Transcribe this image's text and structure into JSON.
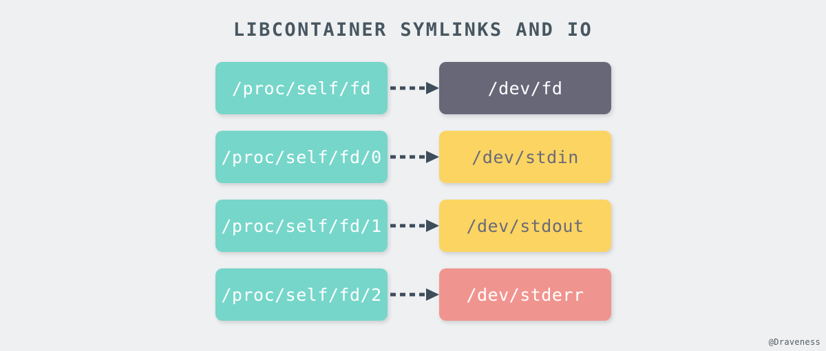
{
  "diagram": {
    "title": "LIBCONTAINER SYMLINKS AND IO",
    "title_color": "#475761",
    "background_color": "#eff0f1",
    "arrow_color": "#3e4d5c",
    "arrow_style": "dashed",
    "arrow_icon": "dashed-arrow-right-icon",
    "rows": [
      {
        "source": {
          "label": "/proc/self/fd",
          "fill": "#76d6ca",
          "text_color": "#ffffff"
        },
        "target": {
          "label": "/dev/fd",
          "fill": "#686778",
          "text_color": "#ffffff"
        }
      },
      {
        "source": {
          "label": "/proc/self/fd/0",
          "fill": "#76d6ca",
          "text_color": "#ffffff"
        },
        "target": {
          "label": "/dev/stdin",
          "fill": "#fbd462",
          "text_color": "#6a6a78"
        }
      },
      {
        "source": {
          "label": "/proc/self/fd/1",
          "fill": "#76d6ca",
          "text_color": "#ffffff"
        },
        "target": {
          "label": "/dev/stdout",
          "fill": "#fbd462",
          "text_color": "#6a6a78"
        }
      },
      {
        "source": {
          "label": "/proc/self/fd/2",
          "fill": "#76d6ca",
          "text_color": "#ffffff"
        },
        "target": {
          "label": "/dev/stderr",
          "fill": "#f0948f",
          "text_color": "#ffffff"
        }
      }
    ],
    "watermark": "@Draveness"
  }
}
